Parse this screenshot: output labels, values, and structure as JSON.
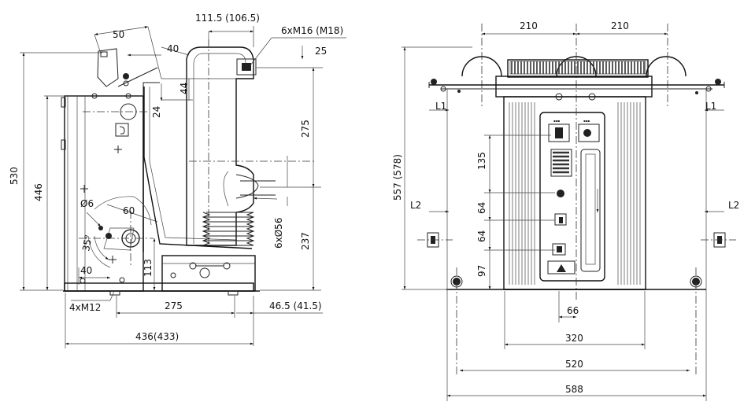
{
  "side_view": {
    "dims": {
      "width_50": "50",
      "width_40_top": "40",
      "terminal_offset": "111.5 (106.5)",
      "bolt_spec_top": "6xM16 (M18)",
      "dim_25": "25",
      "dim_44": "44",
      "dim_24": "24",
      "height_530": "530",
      "height_446": "446",
      "dim_275_vertical": "275",
      "contacts_spec": "6xØ56",
      "dim_237": "237",
      "hole_dia": "Ø6",
      "dim_60": "60",
      "angle_35": "35°",
      "dim_40_bottom": "40",
      "dim_113": "113",
      "mount_bolts": "4xM12",
      "dim_275_horizontal": "275",
      "dim_46_5": "46.5 (41.5)",
      "overall_depth": "436(433)"
    }
  },
  "front_view": {
    "dims": {
      "pitch_left": "210",
      "pitch_right": "210",
      "overall_height": "557 (578)",
      "l1_left": "L1",
      "l1_right": "L1",
      "l2_left": "L2",
      "l2_right": "L2",
      "dim_135": "135",
      "dim_64_a": "64",
      "dim_64_b": "64",
      "dim_97": "97",
      "dim_66": "66",
      "dim_320": "320",
      "dim_520": "520",
      "dim_588": "588"
    }
  }
}
